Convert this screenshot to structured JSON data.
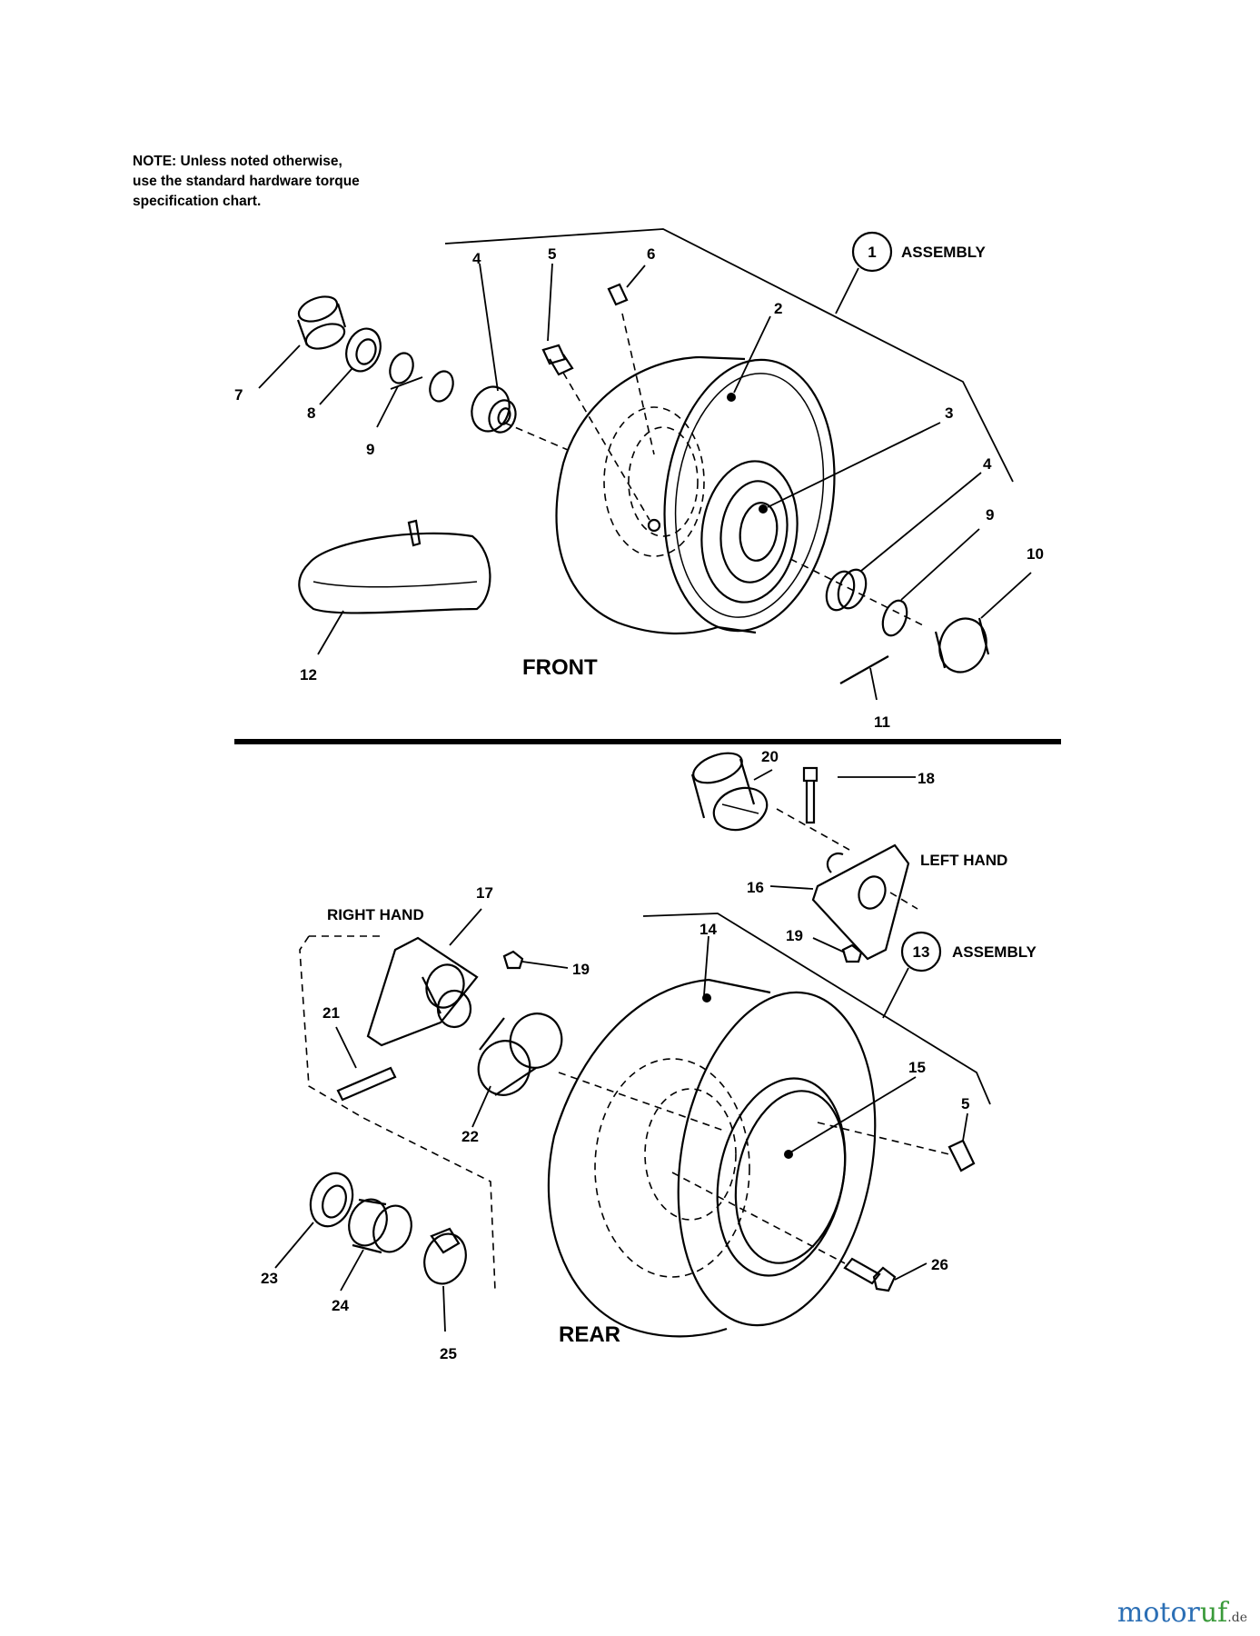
{
  "note": {
    "line1": "NOTE: Unless noted otherwise,",
    "line2": "use the standard hardware torque",
    "line3": "specification chart."
  },
  "sections": {
    "front": "FRONT",
    "rear": "REAR"
  },
  "callouts": {
    "assembly_front_num": "1",
    "assembly_rear_num": "13",
    "assembly_word": "ASSEMBLY",
    "left_hand": "LEFT HAND",
    "right_hand": "RIGHT HAND"
  },
  "parts": {
    "p2": "2",
    "p3": "3",
    "p4a": "4",
    "p4b": "4",
    "p5a": "5",
    "p5b": "5",
    "p6": "6",
    "p7": "7",
    "p8": "8",
    "p9a": "9",
    "p9b": "9",
    "p10": "10",
    "p11": "11",
    "p12": "12",
    "p14": "14",
    "p15": "15",
    "p16": "16",
    "p17": "17",
    "p18": "18",
    "p19a": "19",
    "p19b": "19",
    "p20": "20",
    "p21": "21",
    "p22": "22",
    "p23": "23",
    "p24": "24",
    "p25": "25",
    "p26": "26"
  },
  "watermark": {
    "part1": "motor",
    "part2": "uf",
    "part3": ".de"
  }
}
